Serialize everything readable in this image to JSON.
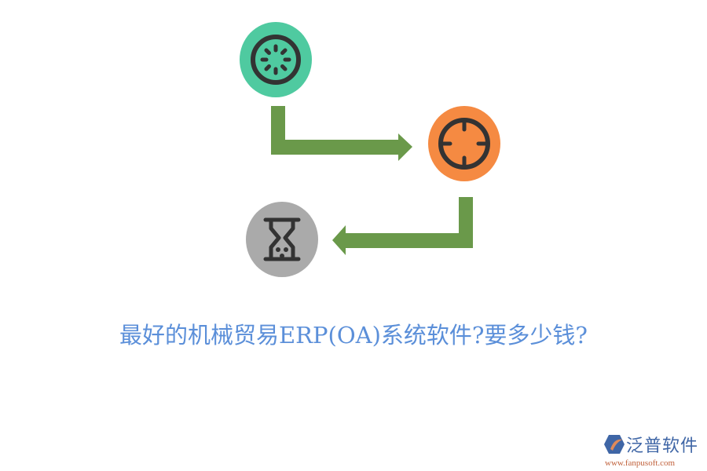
{
  "title": "最好的机械贸易ERP(OA)系统软件?要多少钱?",
  "colors": {
    "title": "#5b8fd9",
    "arrow": "#6a994a",
    "icon_stroke": "#333333",
    "node1": "#4fcaa0",
    "node2": "#f58a42",
    "node3": "#aaaaaa",
    "logo_blue": "#3f66a6",
    "logo_orange": "#e08a5a"
  },
  "nodes": [
    {
      "icon": "loading-spinner-icon",
      "color": "#4fcaa0"
    },
    {
      "icon": "crosshair-target-icon",
      "color": "#f58a42"
    },
    {
      "icon": "hourglass-icon",
      "color": "#aaaaaa"
    }
  ],
  "arrows": [
    {
      "from": "node-1",
      "to": "node-2",
      "direction": "right"
    },
    {
      "from": "node-2",
      "to": "node-3",
      "direction": "left"
    }
  ],
  "watermark": {
    "brand": "泛普软件",
    "url": "www.fanpusoft.com"
  }
}
